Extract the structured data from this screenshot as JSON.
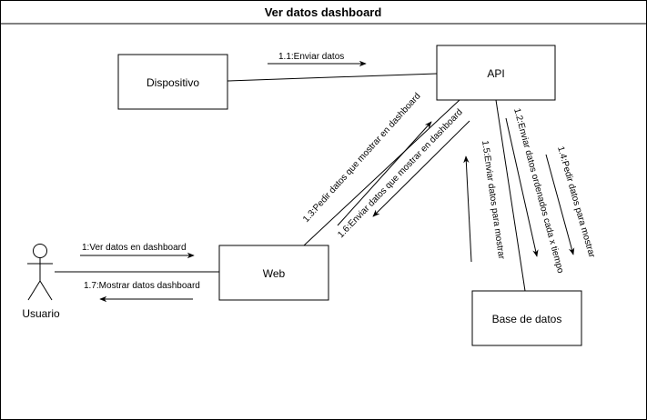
{
  "diagram": {
    "title": "Ver datos dashboard",
    "nodes": {
      "dispositivo": "Dispositivo",
      "api": "API",
      "web": "Web",
      "base_datos": "Base de datos",
      "usuario": "Usuario"
    },
    "messages": {
      "m1": "1:Ver datos en dashboard",
      "m1_1": "1.1:Enviar datos",
      "m1_2": "1.2:Enviar datos ordenados cada x tiempo",
      "m1_3": "1.3:Pedir datos que mostrar en dashboard",
      "m1_4": "1.4:Pedir datos para mostrar",
      "m1_5": "1.5:Enviar datos para mostrar",
      "m1_6": "1.6:Enviar datos que mostrar en dashboard",
      "m1_7": "1.7:Mostrar datos dashboard"
    }
  }
}
